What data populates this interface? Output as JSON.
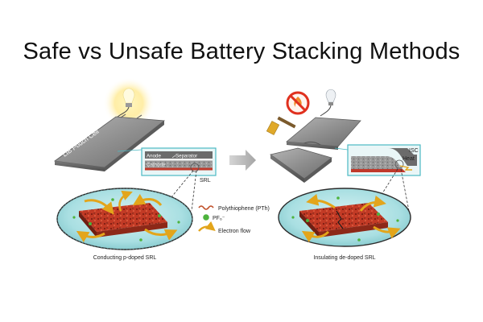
{
  "title": "Safe vs Unsafe Battery Stacking Methods",
  "left_panel": {
    "cell_label": "LIB Pouch Cell",
    "inset": {
      "anode": "Anode",
      "separator": "Separator",
      "cathode": "Cathode",
      "srl": "SRL"
    },
    "caption": "Conducting p-doped SRL"
  },
  "right_panel": {
    "inset": {
      "isc": "ISC",
      "heat": "Heat"
    },
    "caption": "Insulating de-doped SRL"
  },
  "legend": [
    {
      "label": "Polythiophene (PTh)",
      "icon": "squiggle-icon",
      "color": "#c0502a"
    },
    {
      "label": "PF₆⁻",
      "icon": "green-sphere-icon",
      "color": "#4db33d"
    },
    {
      "label": "Electron flow",
      "icon": "curved-arrow-icon",
      "color": "#e3a51b"
    }
  ],
  "colors": {
    "accent_teal": "#8fd3d6",
    "electron_flow": "#e3a51b",
    "polymer": "#c0392b",
    "no_symbol": "#e0301e"
  }
}
